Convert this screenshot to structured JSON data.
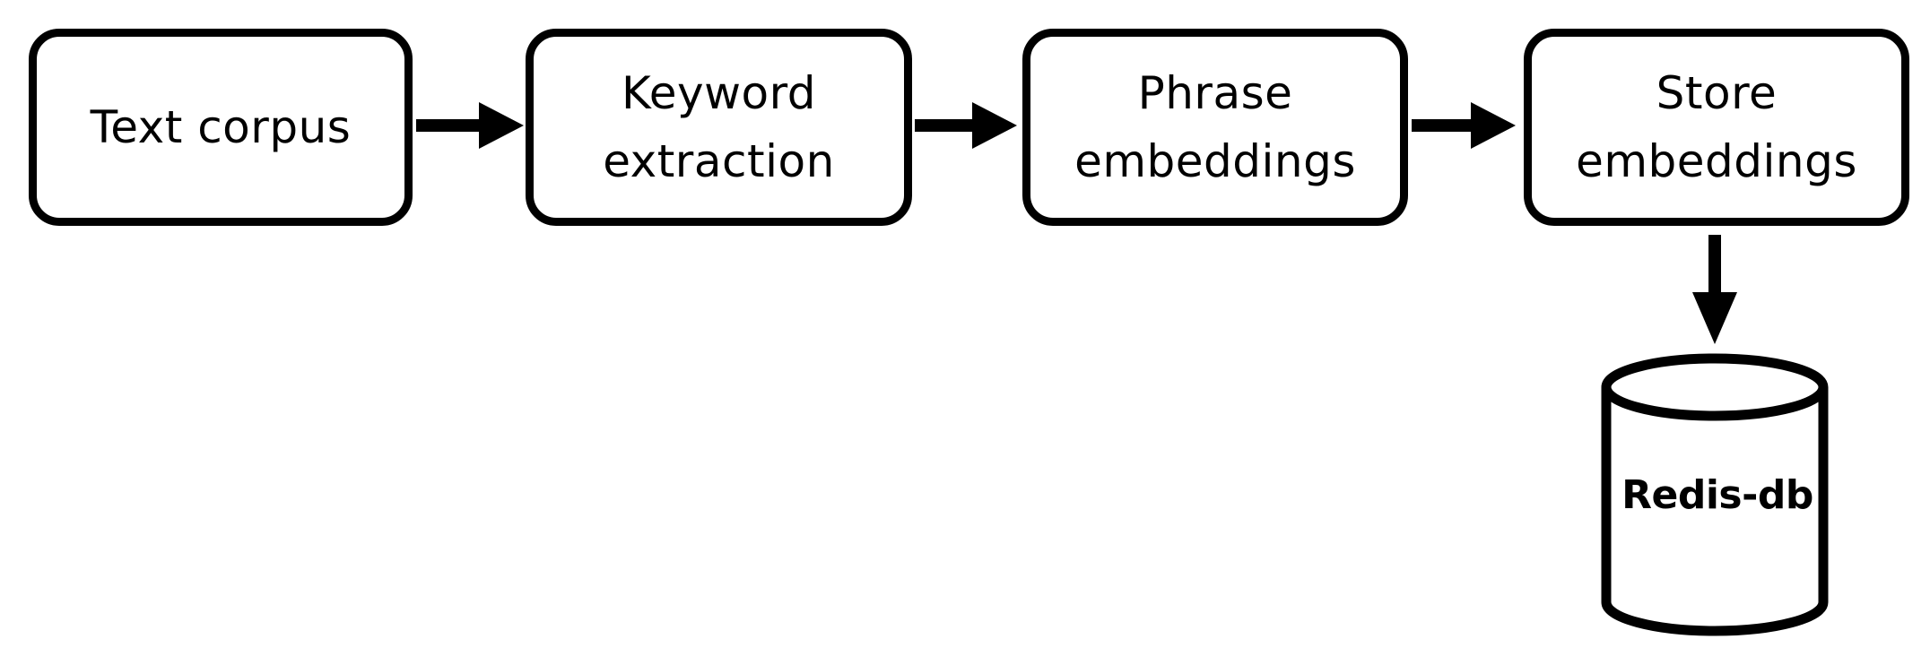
{
  "diagram": {
    "nodes": {
      "text_corpus": "Text corpus",
      "keyword_extraction": "Keyword\nextraction",
      "phrase_embeddings": "Phrase\nembeddings",
      "store_embeddings": "Store\nembeddings",
      "database": "Redis-db"
    },
    "edges": [
      {
        "from": "text_corpus",
        "to": "keyword_extraction"
      },
      {
        "from": "keyword_extraction",
        "to": "phrase_embeddings"
      },
      {
        "from": "phrase_embeddings",
        "to": "store_embeddings"
      },
      {
        "from": "store_embeddings",
        "to": "database"
      }
    ],
    "colors": {
      "stroke": "#000000",
      "fill": "#ffffff"
    }
  }
}
